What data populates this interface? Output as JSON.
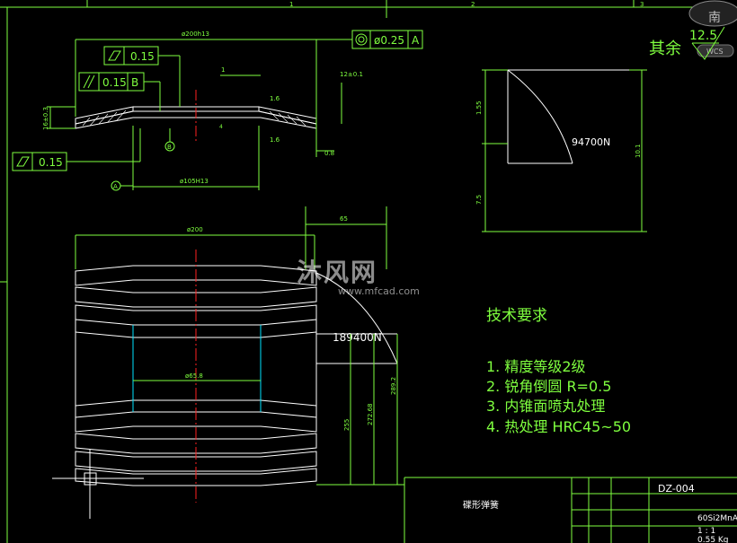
{
  "frame": {
    "grid_labels": [
      "1",
      "2",
      "3"
    ]
  },
  "compass": {
    "label": "南",
    "wcs": "WCS"
  },
  "roughness": {
    "label": "其余",
    "value": "12.5"
  },
  "top_view": {
    "outer_dia": "ø200h13",
    "inner_dia": "ø105H13",
    "thickness": "16±0.3",
    "edge_dim": "12±0.1",
    "step": "1",
    "small_dim": "4",
    "angle_top": "1.6",
    "angle_bot": "1.6",
    "chamfer": "0.8",
    "datum_a": "A",
    "datum_b": "B",
    "fcf_coaxial": {
      "tol": "ø0.25",
      "datum": "A"
    },
    "fcf_flat_top": {
      "tol": "0.15"
    },
    "fcf_parallel": {
      "tol": "0.15",
      "datum": "B"
    },
    "fcf_flat_bottom": {
      "tol": "0.15"
    }
  },
  "chart_small": {
    "y_top": "1.55",
    "y_bot": "7.5",
    "width": "10.1",
    "force": "94700N"
  },
  "stack_view": {
    "dia": "ø200",
    "bore": "ø65.8",
    "offset": "65",
    "force": "189400N",
    "h1": "255",
    "h2": "272.68",
    "h3": "289.2"
  },
  "tech": {
    "title": "技术要求",
    "items": [
      "1.   精度等级2级",
      "2.   锐角倒圆  R=0.5",
      "3.   内锥面喷丸处理",
      "4.   热处理  HRC45~50"
    ]
  },
  "title_block": {
    "name": "碟形弹簧",
    "code": "DZ-004",
    "material": "60Si2MnA",
    "scale": "1 : 1",
    "weight": "0.55 Kg"
  },
  "watermark": {
    "text": "沐风网",
    "url": "www.mfcad.com"
  }
}
